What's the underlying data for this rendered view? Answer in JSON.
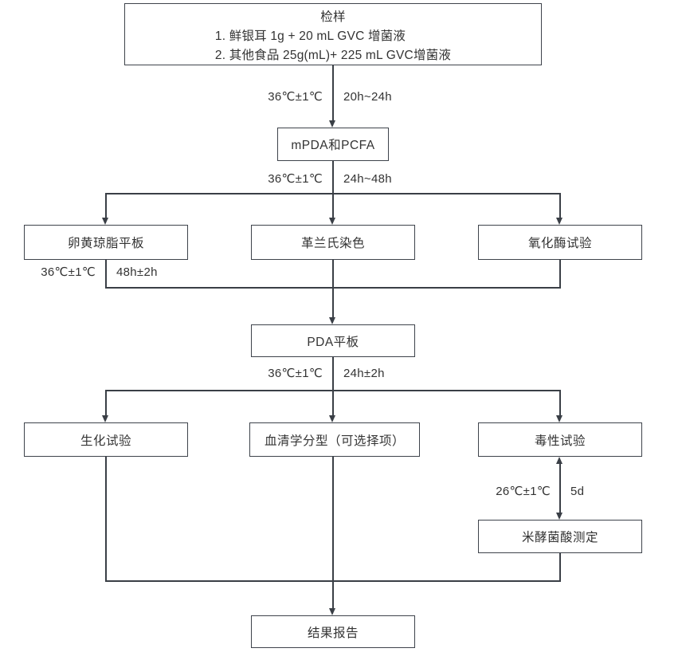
{
  "diagram": {
    "background": "#ffffff",
    "line_color": "#3a3f46",
    "text_color": "#333333",
    "nodes": {
      "sample": {
        "title": "检样",
        "items": [
          "1. 鲜银耳 1g + 20 mL GVC 增菌液",
          "2. 其他食品 25g(mL)+ 225 mL GVC增菌液"
        ]
      },
      "mpda_pcfa": {
        "label": "mPDA和PCFA"
      },
      "egg_yolk_agar": {
        "label": "卵黄琼脂平板"
      },
      "gram_stain": {
        "label": "革兰氏染色"
      },
      "oxidase_test": {
        "label": "氧化酶试验"
      },
      "pda_plate": {
        "label": "PDA平板"
      },
      "biochemical_test": {
        "label": "生化试验"
      },
      "serotyping": {
        "label": "血清学分型（可选择项）"
      },
      "toxicity_test": {
        "label": "毒性试验"
      },
      "bongkrekic_acid": {
        "label": "米酵菌酸测定"
      },
      "report": {
        "label": "结果报告"
      }
    },
    "edges": {
      "sample_to_mpda": {
        "temp": "36℃±1℃",
        "time": "20h~24h"
      },
      "mpda_to_row1": {
        "temp": "36℃±1℃",
        "time": "24h~48h"
      },
      "egg_yolk_to_pda": {
        "temp": "36℃±1℃",
        "time": "48h±2h"
      },
      "pda_to_row2": {
        "temp": "36℃±1℃",
        "time": "24h±2h"
      },
      "toxicity_to_bongkrekic": {
        "temp": "26℃±1℃",
        "time": "5d"
      }
    }
  }
}
